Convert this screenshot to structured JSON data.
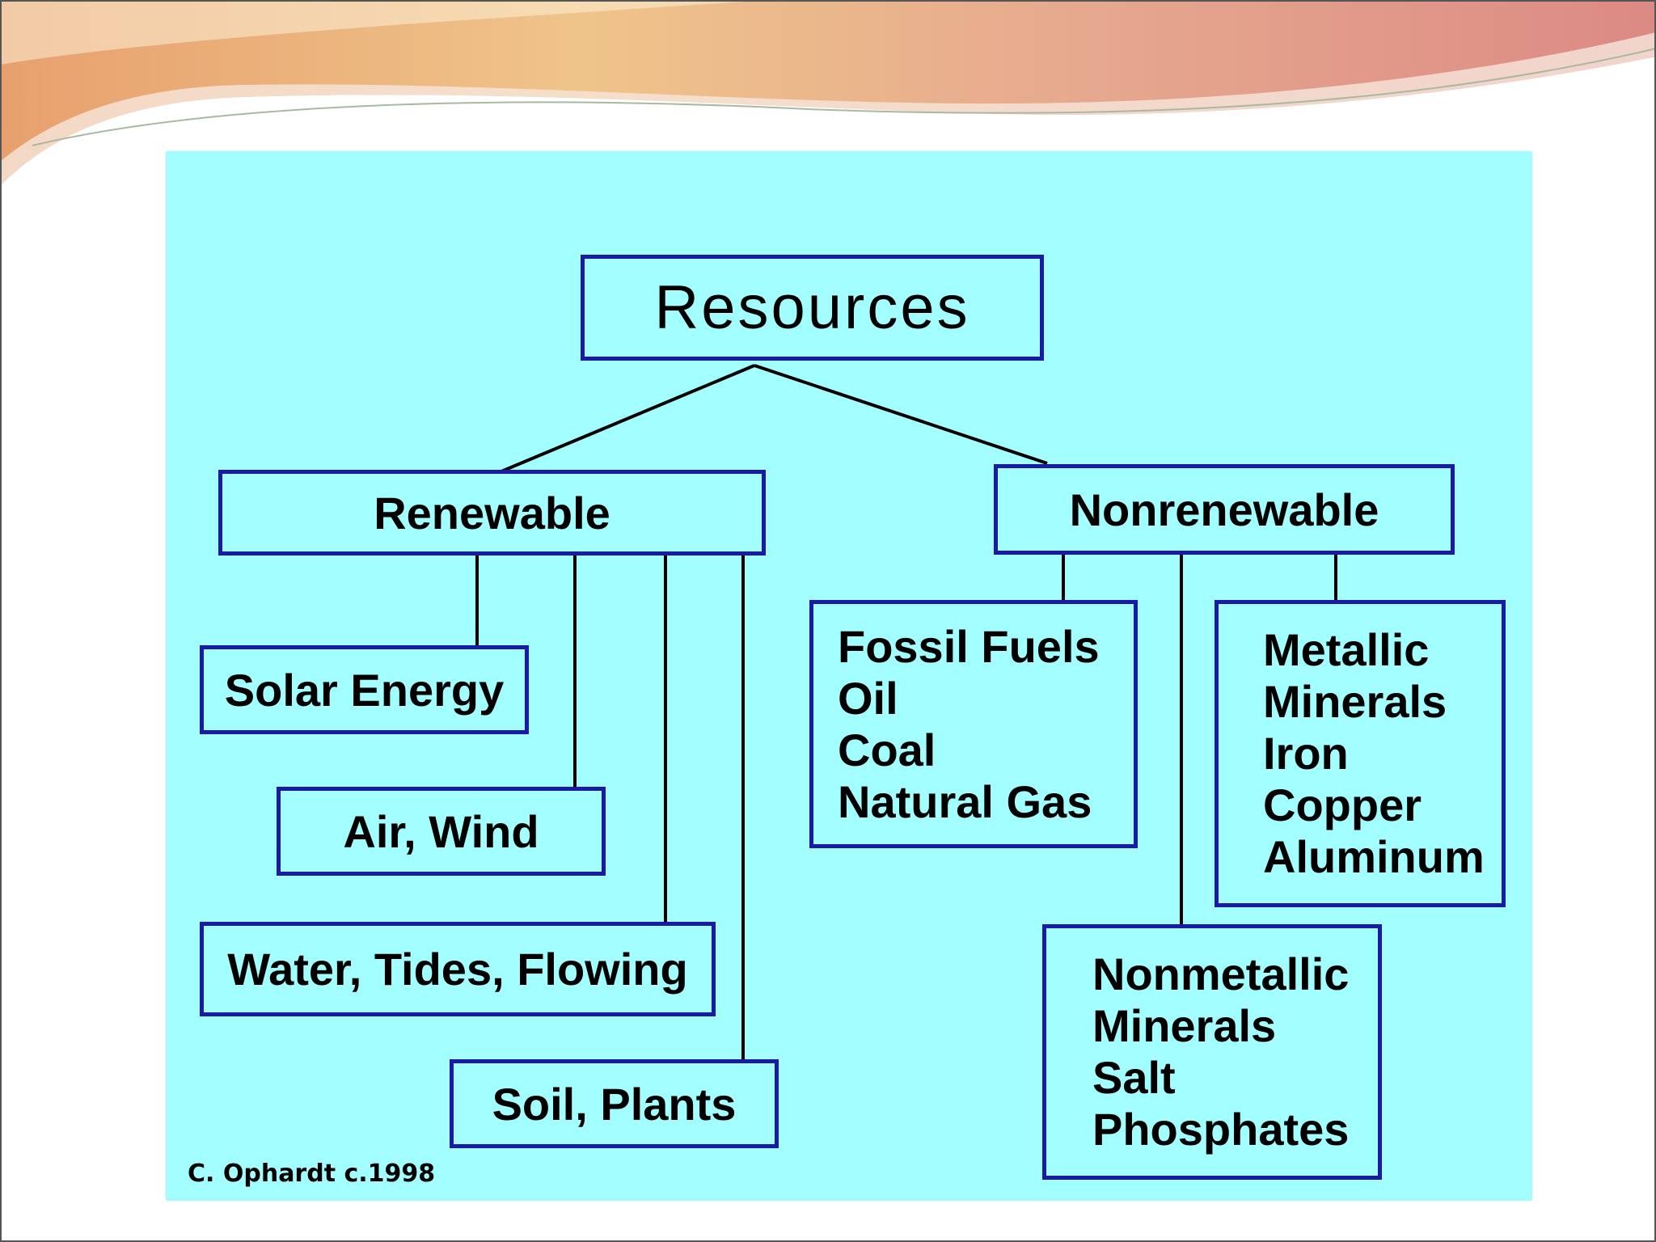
{
  "diagram": {
    "root": "Resources",
    "renewable": {
      "label": "Renewable",
      "children": [
        "Solar Energy",
        "Air, Wind",
        "Water, Tides, Flowing",
        "Soil, Plants"
      ]
    },
    "nonrenewable": {
      "label": "Nonrenewable",
      "fossil_fuels": [
        "Fossil Fuels",
        "Oil",
        "Coal",
        "Natural Gas"
      ],
      "metallic": [
        "Metallic",
        "Minerals",
        "Iron",
        "Copper",
        "Aluminum"
      ],
      "nonmetallic": [
        "Nonmetallic",
        "Minerals",
        "Salt",
        "Phosphates"
      ]
    },
    "credit": "C. Ophardt c.1998"
  },
  "colors": {
    "panel_background": "#a3feff",
    "box_border": "#1a1aa6",
    "connector": "#000000",
    "wave_orange": "#e8b27e",
    "wave_pink": "#d98a80"
  }
}
